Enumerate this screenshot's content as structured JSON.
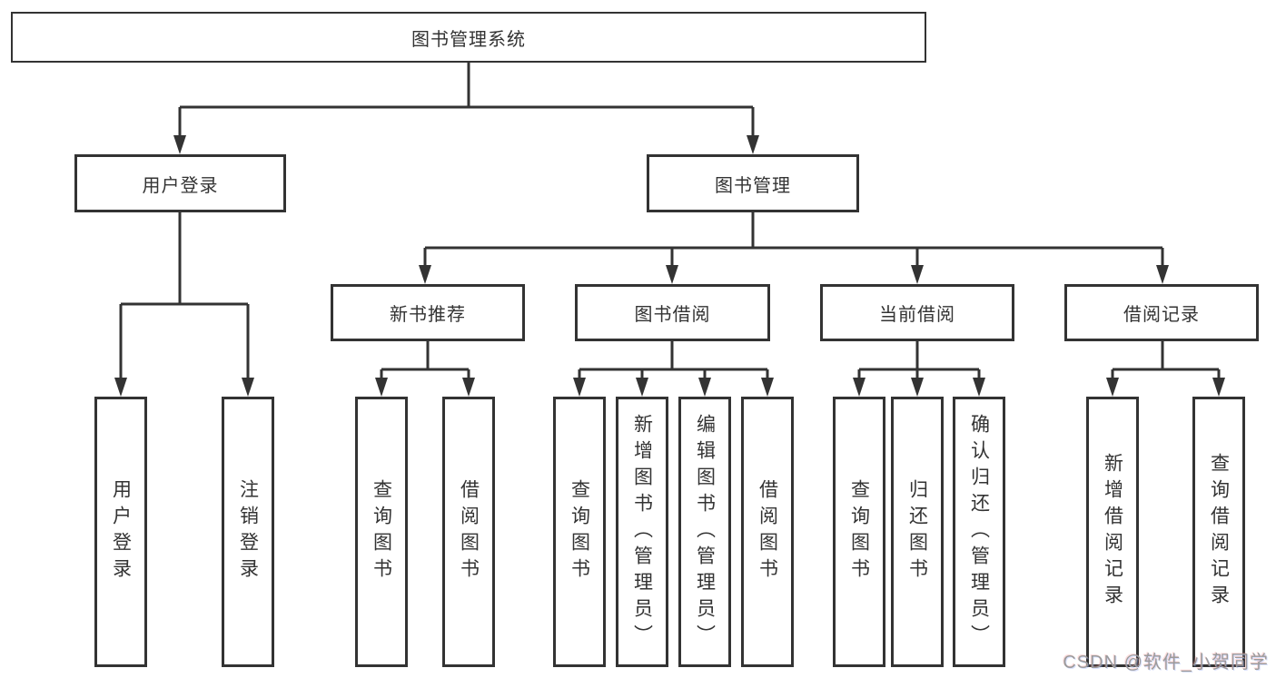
{
  "tree": {
    "label": "图书管理系统",
    "children": [
      {
        "label": "用户登录",
        "children": [
          {
            "label": "用户登录"
          },
          {
            "label": "注销登录"
          }
        ]
      },
      {
        "label": "图书管理",
        "children": [
          {
            "label": "新书推荐",
            "children": [
              {
                "label": "查询图书"
              },
              {
                "label": "借阅图书"
              }
            ]
          },
          {
            "label": "图书借阅",
            "children": [
              {
                "label": "查询图书"
              },
              {
                "label": "新增图书（管理员）"
              },
              {
                "label": "编辑图书（管理员）"
              },
              {
                "label": "借阅图书"
              }
            ]
          },
          {
            "label": "当前借阅",
            "children": [
              {
                "label": "查询图书"
              },
              {
                "label": "归还图书"
              },
              {
                "label": "确认归还（管理员）"
              }
            ]
          },
          {
            "label": "借阅记录",
            "children": [
              {
                "label": "新增借阅记录"
              },
              {
                "label": "查询借阅记录"
              }
            ]
          }
        ]
      }
    ]
  },
  "watermark": {
    "text": "CSDN @软件_小贺同学"
  },
  "colors": {
    "line": "#333333",
    "text": "#333333",
    "background": "#ffffff",
    "watermark": "#9b9b9b"
  }
}
